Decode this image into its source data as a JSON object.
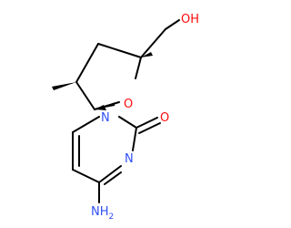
{
  "molecule": {
    "atom_labels": {
      "hydroxyl": "OH",
      "ring_oxygen": "O",
      "ring_nitrogen_1": "N",
      "carbonyl_oxygen": "O",
      "ring_nitrogen_3": "N",
      "amino": "NH",
      "amino_subscript": "2"
    },
    "colors": {
      "bond": "#000000",
      "oxygen": "#ff0d0d",
      "nitrogen": "#3050f8"
    }
  }
}
